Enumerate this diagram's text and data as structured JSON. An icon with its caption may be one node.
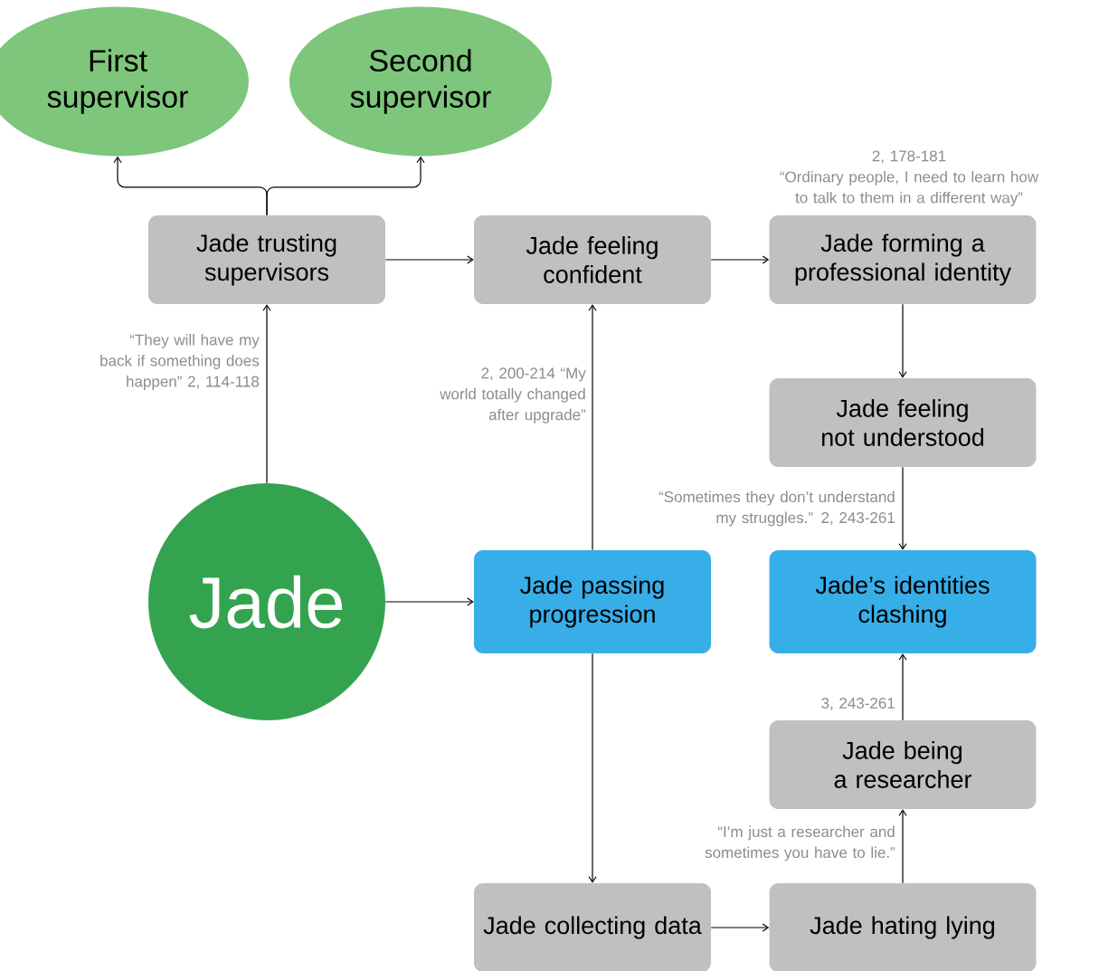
{
  "diagram": {
    "nodes": [
      {
        "text": [
          "First supervisor"
        ]
      },
      {
        "text": [
          "Second supervisor"
        ]
      },
      {
        "text": [
          "Jade trusting supervisors"
        ]
      },
      {
        "text": [
          "Jade feeling confident"
        ]
      },
      {
        "text": [
          "Jade forming a professional identity"
        ],
        "beside": [
          "2,  178-181",
          "“Ordinary people, I need to learn how to talk to them in a different way”"
        ]
      },
      {
        "text": [
          "Jade feeling not understood"
        ]
      },
      {
        "text": [
          "Jade"
        ]
      },
      {
        "text": [
          "Jade passing progression"
        ]
      },
      {
        "text": [
          "Jade’s identities clashing"
        ]
      },
      {
        "text": [
          "Jade being a researcher"
        ]
      },
      {
        "text": [
          "Jade collecting data"
        ]
      },
      {
        "text": [
          "Jade hating lying"
        ]
      }
    ],
    "edges": [
      {
        "from": 2,
        "to": 0,
        "arrow": "to"
      },
      {
        "from": 2,
        "to": 1,
        "arrow": "to"
      },
      {
        "from": 6,
        "to": 2,
        "arrow": "to",
        "label": "“They will have my back if something does happen” 2, 114-118"
      },
      {
        "from": 2,
        "to": 3,
        "arrow": "to"
      },
      {
        "from": 3,
        "to": 4,
        "arrow": "to"
      },
      {
        "from": 4,
        "to": 5,
        "arrow": "to"
      },
      {
        "from": 5,
        "to": 8,
        "arrow": "to",
        "label": "“Sometimes they don’t understand my struggles.” 2,  243-261"
      },
      {
        "from": 6,
        "to": 7,
        "arrow": "to"
      },
      {
        "from": 7,
        "to": 3,
        "arrow": "to",
        "label": "2,  200-214 “My world totally changed after upgrade”"
      },
      {
        "from": 7,
        "to": 10,
        "arrow": "to"
      },
      {
        "from": 10,
        "to": 11,
        "arrow": "to"
      },
      {
        "from": 11,
        "to": 9,
        "arrow": "to",
        "label": "“I’m just a researcher and sometimes you have to lie.”"
      },
      {
        "from": 9,
        "to": 8,
        "arrow": "to",
        "label": "3, 243-261"
      }
    ]
  }
}
